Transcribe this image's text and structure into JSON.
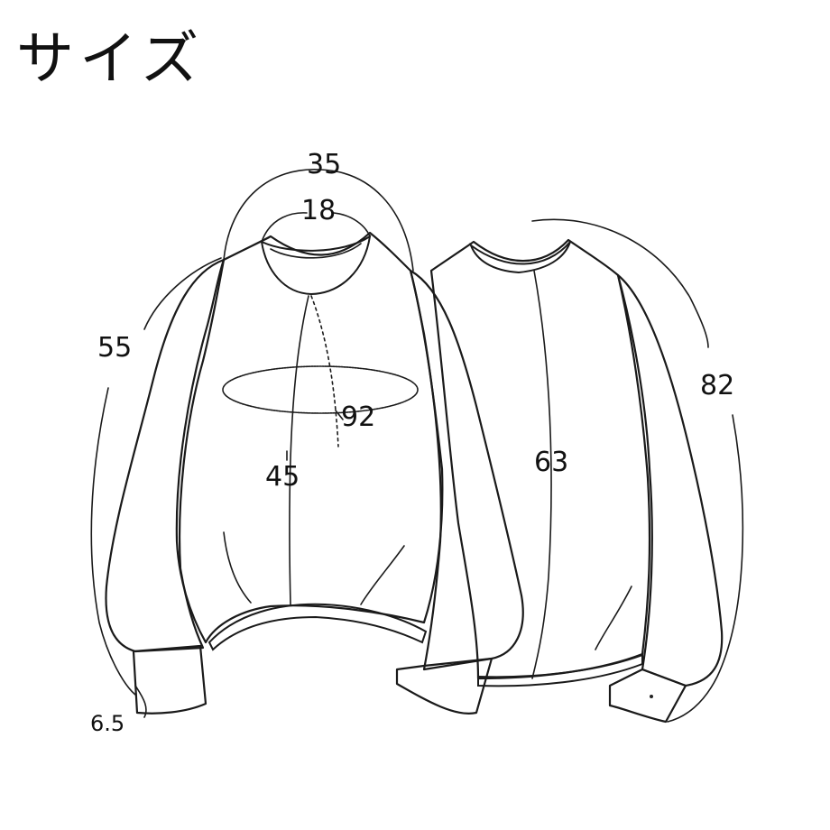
{
  "title": "サイズ",
  "measurements": {
    "shoulder_width": "35",
    "neck_width": "18",
    "sleeve_length": "55",
    "chest": "92",
    "front_length": "45",
    "back_length": "63",
    "yuki_length": "82",
    "cuff_height": "6.5"
  }
}
